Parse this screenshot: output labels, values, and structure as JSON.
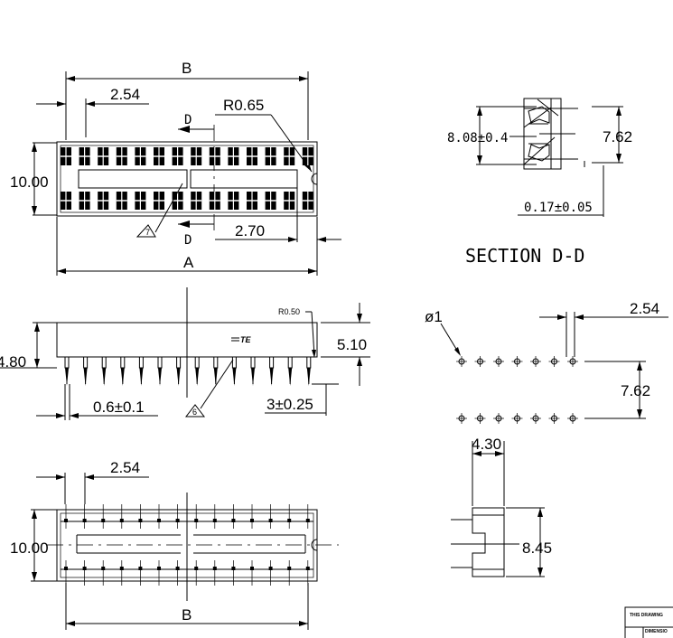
{
  "top_view": {
    "dim_b": "B",
    "pitch": "2.54",
    "radius": "R0.65",
    "section_mark_top": "D",
    "section_mark_bottom": "D",
    "width": "10.00",
    "note_flag": "7",
    "offset": "2.70",
    "dim_a": "A"
  },
  "side_view": {
    "radius": "R0.50",
    "logo": "TE",
    "body_height": "5.10",
    "left_height": "4.80",
    "pin_width": "0.6±0.1",
    "note_flag": "6",
    "pin_length": "3±0.25"
  },
  "bottom_view": {
    "pitch": "2.54",
    "width": "10.00",
    "dim_b": "B"
  },
  "section_view": {
    "outer_width": "8.08±0.4",
    "row_spacing": "7.62",
    "contact_thickness": "0.17±0.05",
    "title": "SECTION D-D"
  },
  "pcb_layout": {
    "hole_diameter": "ø1",
    "pitch": "2.54",
    "row_spacing": "7.62"
  },
  "end_view": {
    "width": "4.30",
    "height": "8.45"
  },
  "title_block": {
    "line1": "THIS DRAWING",
    "line2": "DIMENSIO"
  }
}
